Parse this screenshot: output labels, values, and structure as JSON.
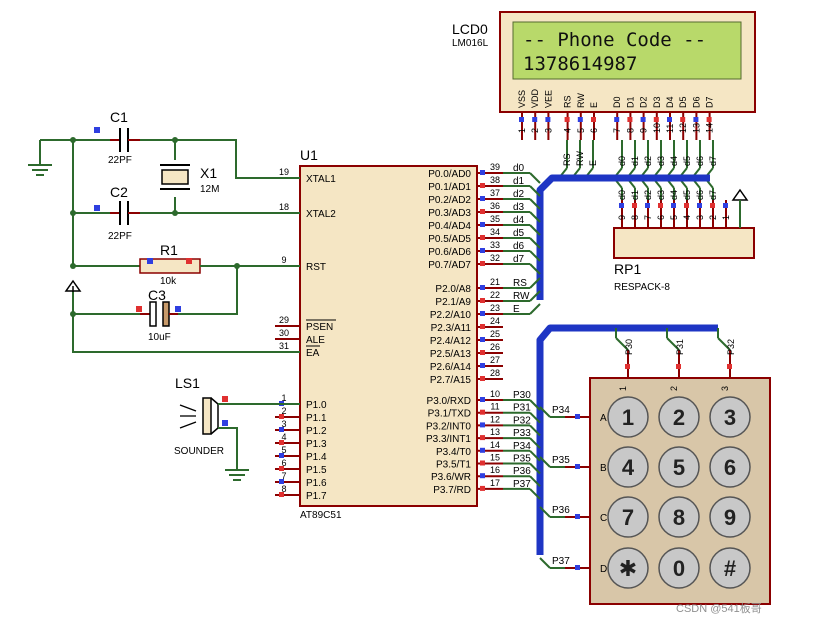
{
  "lcd": {
    "ref": "LCD0",
    "model": "LM016L",
    "line1": "-- Phone Code --",
    "line2": "1378614987",
    "pins": [
      "VSS",
      "VDD",
      "VEE",
      "RS",
      "RW",
      "E",
      "D0",
      "D1",
      "D2",
      "D3",
      "D4",
      "D5",
      "D6",
      "D7"
    ],
    "pin_numbers": [
      "1",
      "2",
      "3",
      "4",
      "5",
      "6",
      "7",
      "8",
      "9",
      "10",
      "11",
      "12",
      "13",
      "14"
    ]
  },
  "mcu": {
    "ref": "U1",
    "model": "AT89C51",
    "left_pins": [
      {
        "num": "19",
        "name": "XTAL1"
      },
      {
        "num": "18",
        "name": "XTAL2"
      },
      {
        "num": "9",
        "name": "RST"
      },
      {
        "num": "29",
        "name": "PSEN"
      },
      {
        "num": "30",
        "name": "ALE"
      },
      {
        "num": "31",
        "name": "EA"
      },
      {
        "num": "1",
        "name": "P1.0"
      },
      {
        "num": "2",
        "name": "P1.1"
      },
      {
        "num": "3",
        "name": "P1.2"
      },
      {
        "num": "4",
        "name": "P1.3"
      },
      {
        "num": "5",
        "name": "P1.4"
      },
      {
        "num": "6",
        "name": "P1.5"
      },
      {
        "num": "7",
        "name": "P1.6"
      },
      {
        "num": "8",
        "name": "P1.7"
      }
    ],
    "right_pins": [
      {
        "num": "39",
        "name": "P0.0/AD0"
      },
      {
        "num": "38",
        "name": "P0.1/AD1"
      },
      {
        "num": "37",
        "name": "P0.2/AD2"
      },
      {
        "num": "36",
        "name": "P0.3/AD3"
      },
      {
        "num": "35",
        "name": "P0.4/AD4"
      },
      {
        "num": "34",
        "name": "P0.5/AD5"
      },
      {
        "num": "33",
        "name": "P0.6/AD6"
      },
      {
        "num": "32",
        "name": "P0.7/AD7"
      },
      {
        "num": "21",
        "name": "P2.0/A8"
      },
      {
        "num": "22",
        "name": "P2.1/A9"
      },
      {
        "num": "23",
        "name": "P2.2/A10"
      },
      {
        "num": "24",
        "name": "P2.3/A11"
      },
      {
        "num": "25",
        "name": "P2.4/A12"
      },
      {
        "num": "26",
        "name": "P2.5/A13"
      },
      {
        "num": "27",
        "name": "P2.6/A14"
      },
      {
        "num": "28",
        "name": "P2.7/A15"
      },
      {
        "num": "10",
        "name": "P3.0/RXD"
      },
      {
        "num": "11",
        "name": "P3.1/TXD"
      },
      {
        "num": "12",
        "name": "P3.2/INT0"
      },
      {
        "num": "13",
        "name": "P3.3/INT1"
      },
      {
        "num": "14",
        "name": "P3.4/T0"
      },
      {
        "num": "15",
        "name": "P3.5/T1"
      },
      {
        "num": "16",
        "name": "P3.6/WR"
      },
      {
        "num": "17",
        "name": "P3.7/RD"
      }
    ]
  },
  "p0_nets": [
    "d0",
    "d1",
    "d2",
    "d3",
    "d4",
    "d5",
    "d6",
    "d7"
  ],
  "p2_nets": [
    "RS",
    "RW",
    "E"
  ],
  "p3_nets": [
    "P30",
    "P31",
    "P32",
    "P33",
    "P34",
    "P35",
    "P36",
    "P37"
  ],
  "c1": {
    "ref": "C1",
    "value": "22PF"
  },
  "c2": {
    "ref": "C2",
    "value": "22PF"
  },
  "x1": {
    "ref": "X1",
    "value": "12M"
  },
  "r1": {
    "ref": "R1",
    "value": "10k"
  },
  "c3": {
    "ref": "C3",
    "value": "10uF"
  },
  "ls1": {
    "ref": "LS1",
    "value": "SOUNDER"
  },
  "rp1": {
    "ref": "RP1",
    "model": "RESPACK-8",
    "pins": [
      "9",
      "8",
      "7",
      "6",
      "5",
      "4",
      "3",
      "2",
      "1"
    ],
    "nets": [
      "d0",
      "d1",
      "d2",
      "d3",
      "d4",
      "d5",
      "d6",
      "d7"
    ]
  },
  "lcd_bus_labels": [
    "RS",
    "RW",
    "E",
    "d0",
    "d1",
    "d2",
    "d3",
    "d4",
    "d5",
    "d6",
    "d7"
  ],
  "keypad": {
    "cols": [
      "1",
      "2",
      "3"
    ],
    "col_nets": [
      "P30",
      "P31",
      "P32"
    ],
    "rows": [
      "A",
      "B",
      "C",
      "D"
    ],
    "row_nets": [
      "P34",
      "P35",
      "P36",
      "P37"
    ],
    "keys": [
      "1",
      "2",
      "3",
      "4",
      "5",
      "6",
      "7",
      "8",
      "9",
      "✱",
      "0",
      "#"
    ]
  },
  "watermark": "CSDN @541板哥",
  "colors": {
    "wire": "#2d6a2d",
    "bus": "#1e35c4",
    "pin": "#8b0000",
    "body": "#f5e6c4",
    "lcd_screen": "#b8d96a",
    "key": "#c8c8c8"
  }
}
